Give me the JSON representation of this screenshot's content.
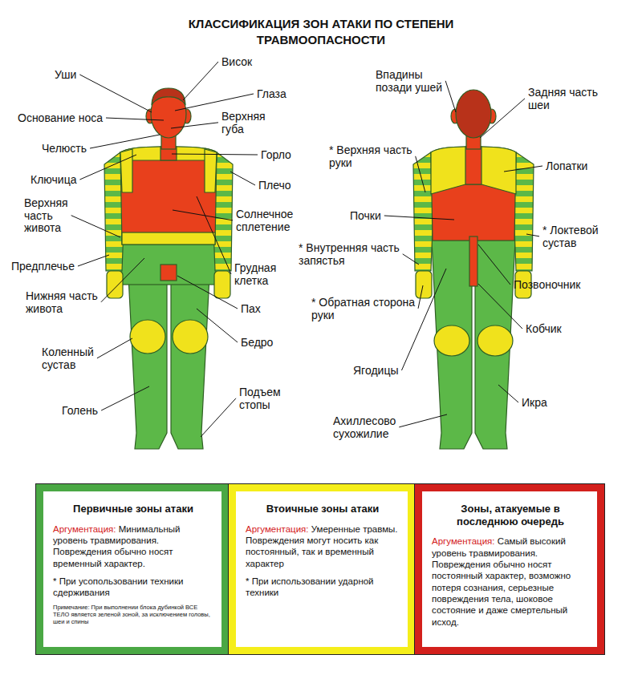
{
  "diagram": {
    "title": "КЛАССИФИКАЦИЯ ЗОН АТАКИ ПО СТЕПЕНИ ТРАВМООПАСНОСТИ",
    "nodes": [
      {
        "text": [
          "Первичные зоны атаки",
          "Аргументация:",
          "Минимальный уровень травмирования. Повреждения обычно носят временный характер.",
          "* При усопользовании техники сдерживания",
          "Примечание: При выполнении блока дубинкой ВСЕ ТЕЛО является зеленой зоной, за исключением головы, шеи и спины"
        ]
      },
      {
        "text": [
          "Втоичные зоны атаки",
          "Аргументация:",
          "Умеренные травмы. Повреждения могут носить как постоянный, так и временный характер",
          "* При использовании ударной техники"
        ]
      },
      {
        "text": [
          "Зоны, атакуемые в последнюю очередь",
          "Аргументация:",
          "Самый высокий уровень травмирования. Повреждения обычно носят постоянный характер, возможно потеря сознания, серьезные повреждения тела, шоковое состояние и даже смертельный исход."
        ]
      }
    ],
    "labels": [
      "Уши",
      "Висок",
      "Глаза",
      "Основание носа",
      "Верхняя губа",
      "Челюсть",
      "Горло",
      "Ключица",
      "Плечо",
      "Верхняя часть живота",
      "Солнечное сплетение",
      "Предплечье",
      "Грудная клетка",
      "Нижняя часть живота",
      "Пах",
      "Бедро",
      "Коленный сустав",
      "Голень",
      "Подъем стопы",
      "Впадины позади ушей",
      "Задняя часть шеи",
      "* Верхняя часть руки",
      "Лопатки",
      "Почки",
      "* Локтевой сустав",
      "* Внутренняя часть запястья",
      "Позвоночник",
      "* Обратная сторона руки",
      "Кобчик",
      "Ягодицы",
      "Икра",
      "Ахиллесово сухожилие"
    ]
  }
}
